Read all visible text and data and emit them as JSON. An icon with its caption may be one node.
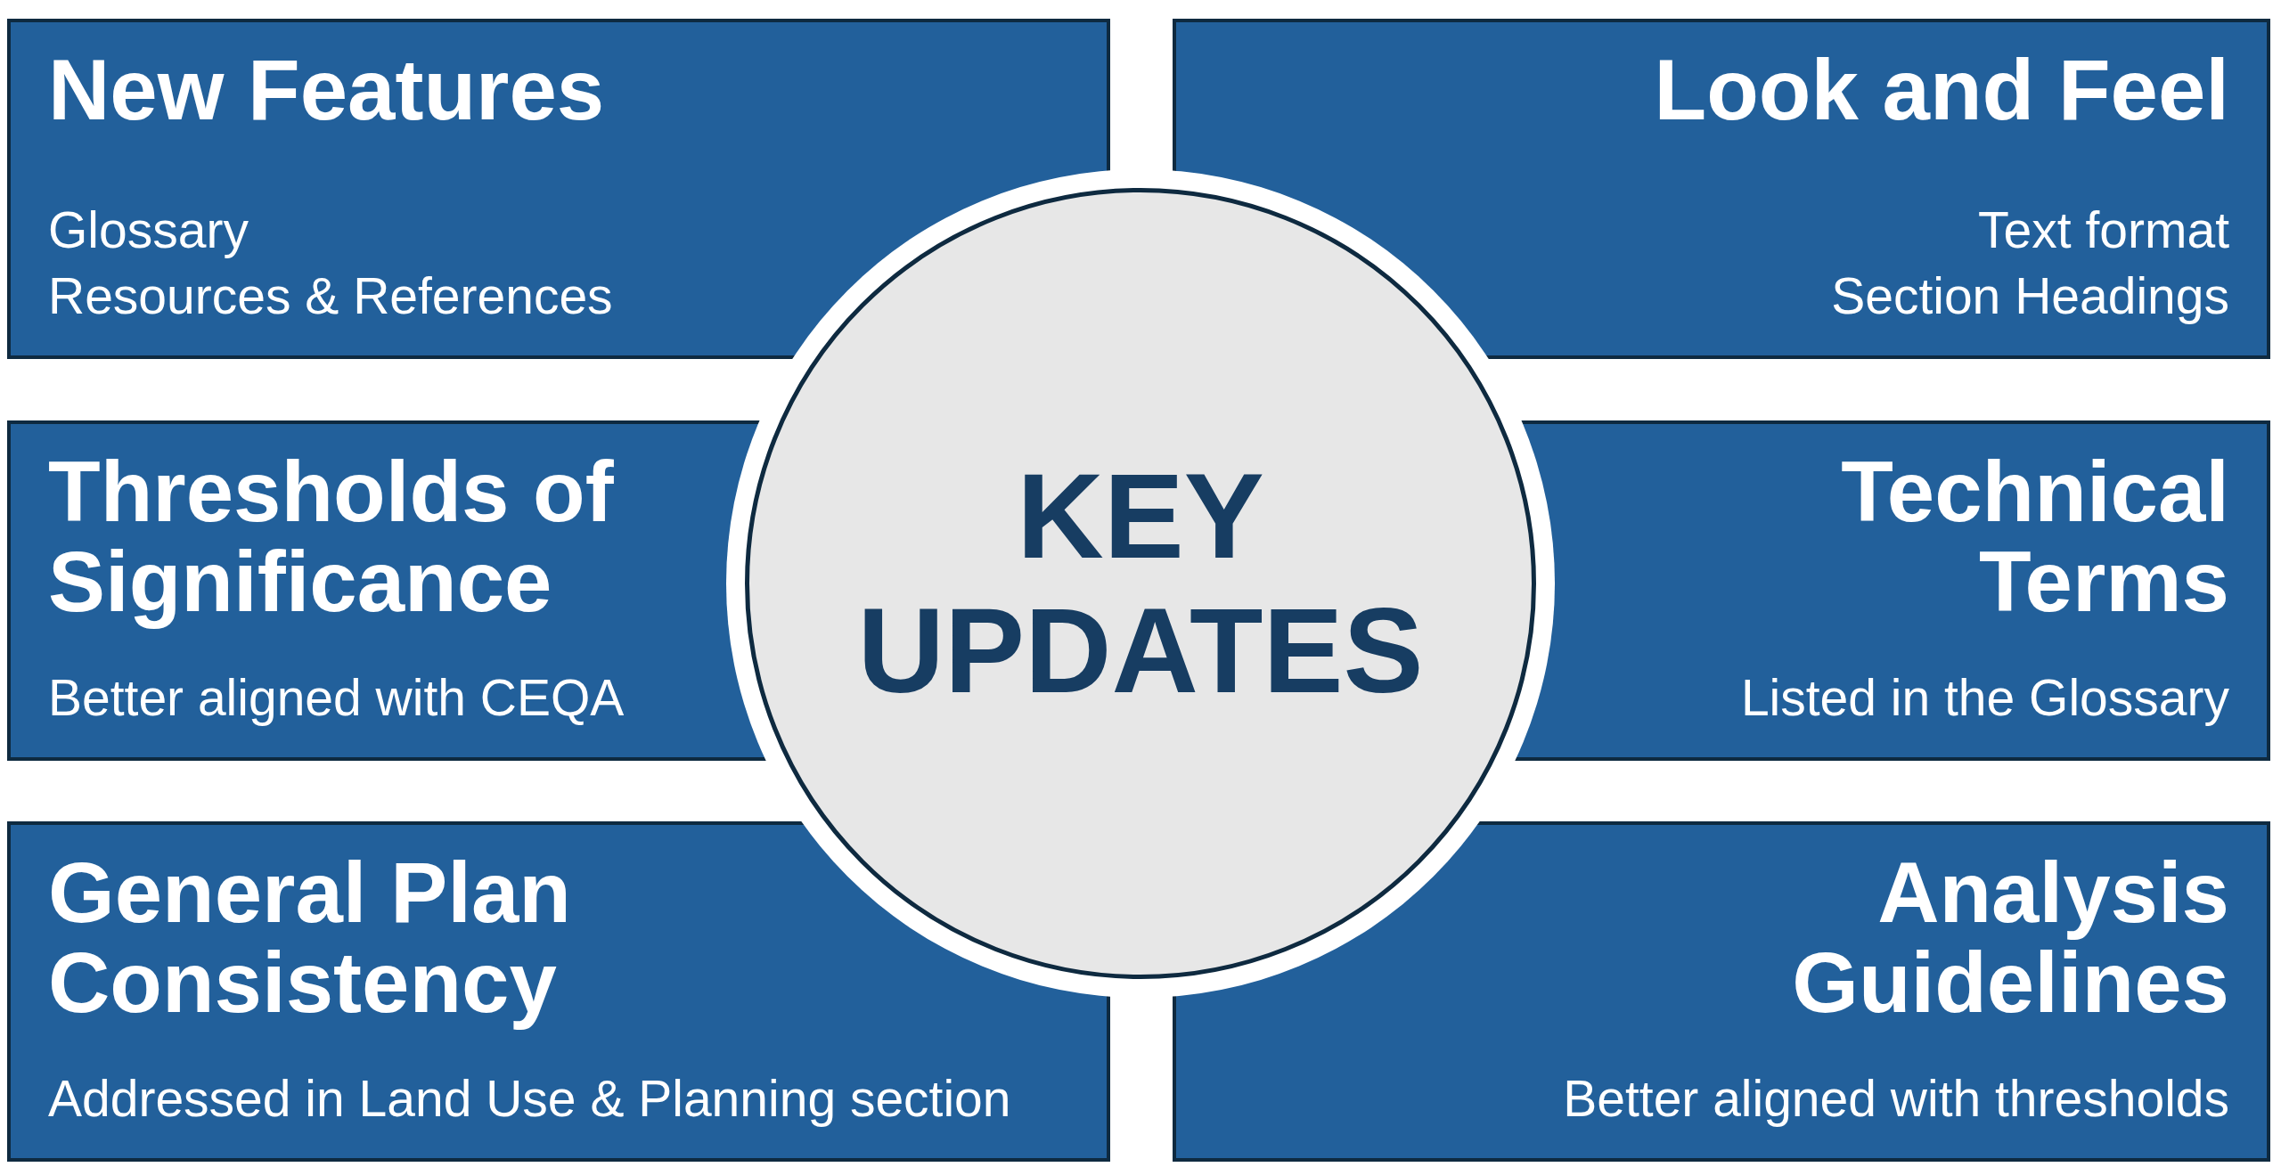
{
  "diagram": {
    "nodes": [
      {
        "text": [
          "New Features",
          "Glossary",
          "Resources & References"
        ]
      },
      {
        "text": [
          "Look and Feel",
          "Text format",
          "Section Headings"
        ]
      },
      {
        "text": [
          "Thresholds of Significance",
          "Better aligned with CEQA"
        ]
      },
      {
        "text": [
          "Technical Terms",
          "Listed in the Glossary"
        ]
      },
      {
        "text": [
          "General Plan Consistency",
          "Addressed in Land Use & Planning section"
        ]
      },
      {
        "text": [
          "Analysis Guidelines",
          "Better aligned with thresholds"
        ]
      },
      {
        "text": [
          "KEY UPDATES"
        ]
      }
    ]
  }
}
